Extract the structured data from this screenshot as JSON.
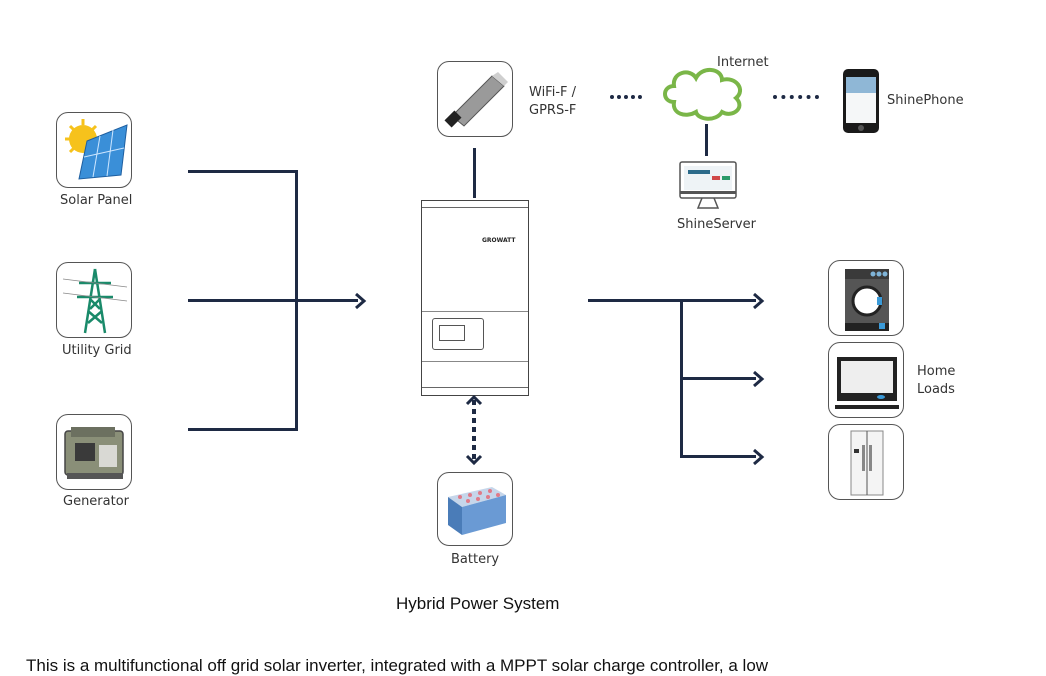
{
  "diagram": {
    "title": "Hybrid Power System",
    "sources": [
      {
        "label": "Solar Panel",
        "icon": "solar-panel-icon"
      },
      {
        "label": "Utility Grid",
        "icon": "transmission-tower-icon"
      },
      {
        "label": "Generator",
        "icon": "generator-icon"
      }
    ],
    "inverter": {
      "brand": "GROWATT",
      "icon": "inverter-icon"
    },
    "monitoring": {
      "module_label_line1": "WiFi-F /",
      "module_label_line2": "GPRS-F",
      "internet_label": "Internet",
      "server_label": "ShineServer",
      "phone_label": "ShinePhone"
    },
    "battery": {
      "label": "Battery"
    },
    "loads": {
      "label_line1": "Home",
      "label_line2": "Loads",
      "items": [
        {
          "icon": "washing-machine-icon"
        },
        {
          "icon": "television-icon"
        },
        {
          "icon": "refrigerator-icon"
        }
      ]
    },
    "colors": {
      "line": "#1e2a44",
      "cloud": "#7ab648",
      "tower": "#1a8a6a"
    }
  },
  "description": "This is a multifunctional off grid solar inverter, integrated with a MPPT solar charge controller, a low"
}
